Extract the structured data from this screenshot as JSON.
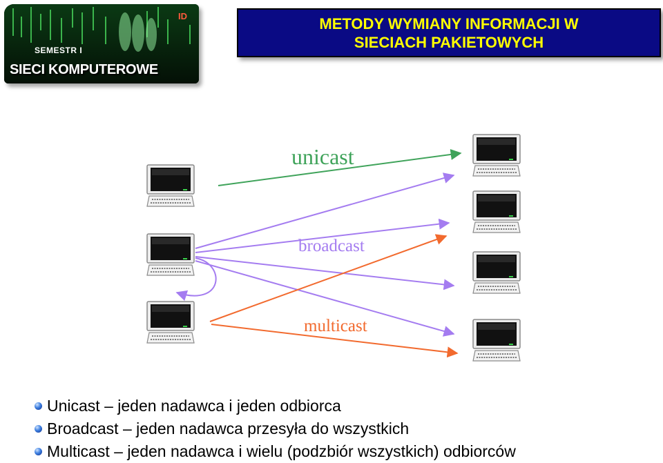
{
  "logo": {
    "badge": "ID",
    "semester": "SEMESTR I",
    "title": "SIECI KOMPUTEROWE"
  },
  "header": {
    "title_line1": "METODY WYMIANY INFORMACJI W",
    "title_line2": "SIECIACH PAKIETOWYCH"
  },
  "diagram": {
    "labels": {
      "unicast": "unicast",
      "broadcast": "broadcast",
      "multicast": "multicast"
    },
    "colors": {
      "unicast": "#3fa35a",
      "broadcast": "#a47cf0",
      "multicast": "#f26a2e"
    }
  },
  "bullets": [
    "Unicast – jeden nadawca i jeden odbiorca",
    "Broadcast – jeden nadawca przesyła do wszystkich",
    "Multicast – jeden nadawca i wielu (podzbiór wszystkich) odbiorców"
  ]
}
